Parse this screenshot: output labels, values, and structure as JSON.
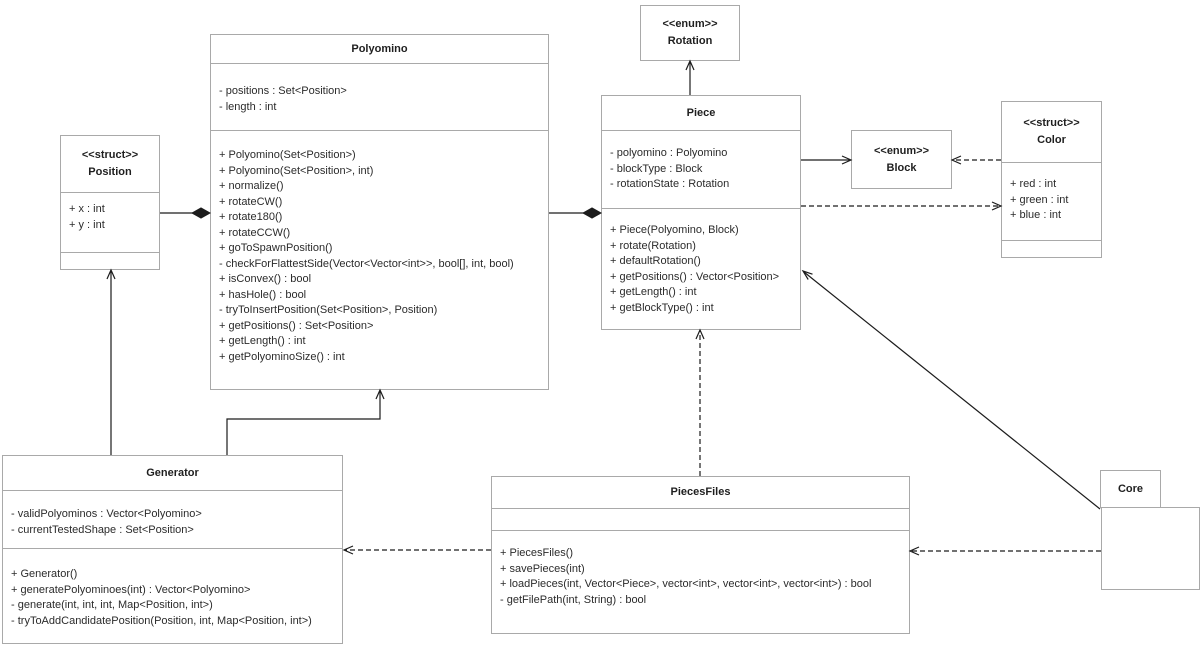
{
  "colors": {
    "background": "#ffffff",
    "box_border": "#a9a9a9",
    "line": "#1c1c1c",
    "text": "#2b2b2b",
    "title_text": "#1f1f1f"
  },
  "classes": {
    "position": {
      "stereotype": "<<struct>>",
      "name": "Position",
      "attributes": [
        "+ x : int",
        "+ y : int"
      ],
      "methods": []
    },
    "polyomino": {
      "name": "Polyomino",
      "attributes": [
        "- positions : Set<Position>",
        "- length : int"
      ],
      "methods": [
        "+ Polyomino(Set<Position>)",
        "+ Polyomino(Set<Position>, int)",
        "+ normalize()",
        "+ rotateCW()",
        "+ rotate180()",
        "+ rotateCCW()",
        "+ goToSpawnPosition()",
        "- checkForFlattestSide(Vector<Vector<int>>, bool[], int, bool)",
        "+ isConvex() : bool",
        "+ hasHole() : bool",
        "- tryToInsertPosition(Set<Position>, Position)",
        "+ getPositions() : Set<Position>",
        "+ getLength() : int",
        "+ getPolyominoSize() : int"
      ]
    },
    "rotation": {
      "stereotype": "<<enum>>",
      "name": "Rotation"
    },
    "piece": {
      "name": "Piece",
      "attributes": [
        "- polyomino : Polyomino",
        "- blockType : Block",
        "- rotationState : Rotation"
      ],
      "methods": [
        "+ Piece(Polyomino, Block)",
        "+ rotate(Rotation)",
        "+ defaultRotation()",
        "+ getPositions() : Vector<Position>",
        "+ getLength() : int",
        "+ getBlockType() : int"
      ]
    },
    "block": {
      "stereotype": "<<enum>>",
      "name": "Block"
    },
    "color": {
      "stereotype": "<<struct>>",
      "name": "Color",
      "attributes": [
        "+ red : int",
        "+ green : int",
        "+ blue : int"
      ],
      "methods": []
    },
    "generator": {
      "name": "Generator",
      "attributes": [
        "- validPolyominos : Vector<Polyomino>",
        "- currentTestedShape : Set<Position>"
      ],
      "methods": [
        "+ Generator()",
        "+ generatePolyominoes(int) : Vector<Polyomino>",
        "- generate(int, int, int, Map<Position, int>)",
        "- tryToAddCandidatePosition(Position, int, Map<Position, int>)"
      ]
    },
    "piecesfiles": {
      "name": "PiecesFiles",
      "attributes": [],
      "methods": [
        "+ PiecesFiles()",
        "+ savePieces(int)",
        "+ loadPieces(int, Vector<Piece>, vector<int>, vector<int>, vector<int>) : bool",
        "- getFilePath(int, String) : bool"
      ]
    },
    "core": {
      "name": "Core"
    }
  },
  "relationships": [
    {
      "type": "composition",
      "owner": "Polyomino",
      "part": "Position"
    },
    {
      "type": "composition",
      "owner": "Piece",
      "part": "Polyomino"
    },
    {
      "type": "association",
      "from": "Piece",
      "to": "Rotation"
    },
    {
      "type": "association",
      "from": "Piece",
      "to": "Block"
    },
    {
      "type": "dependency",
      "from": "Color",
      "to": "Block"
    },
    {
      "type": "dependency",
      "from": "Piece",
      "to": "Color"
    },
    {
      "type": "association",
      "from": "Generator",
      "to": "Position"
    },
    {
      "type": "association",
      "from": "Generator",
      "to": "Polyomino"
    },
    {
      "type": "dependency",
      "from": "PiecesFiles",
      "to": "Piece"
    },
    {
      "type": "dependency",
      "from": "PiecesFiles",
      "to": "Generator"
    },
    {
      "type": "dependency",
      "from": "Core",
      "to": "PiecesFiles"
    },
    {
      "type": "association",
      "from": "Core",
      "to": "Piece"
    }
  ]
}
